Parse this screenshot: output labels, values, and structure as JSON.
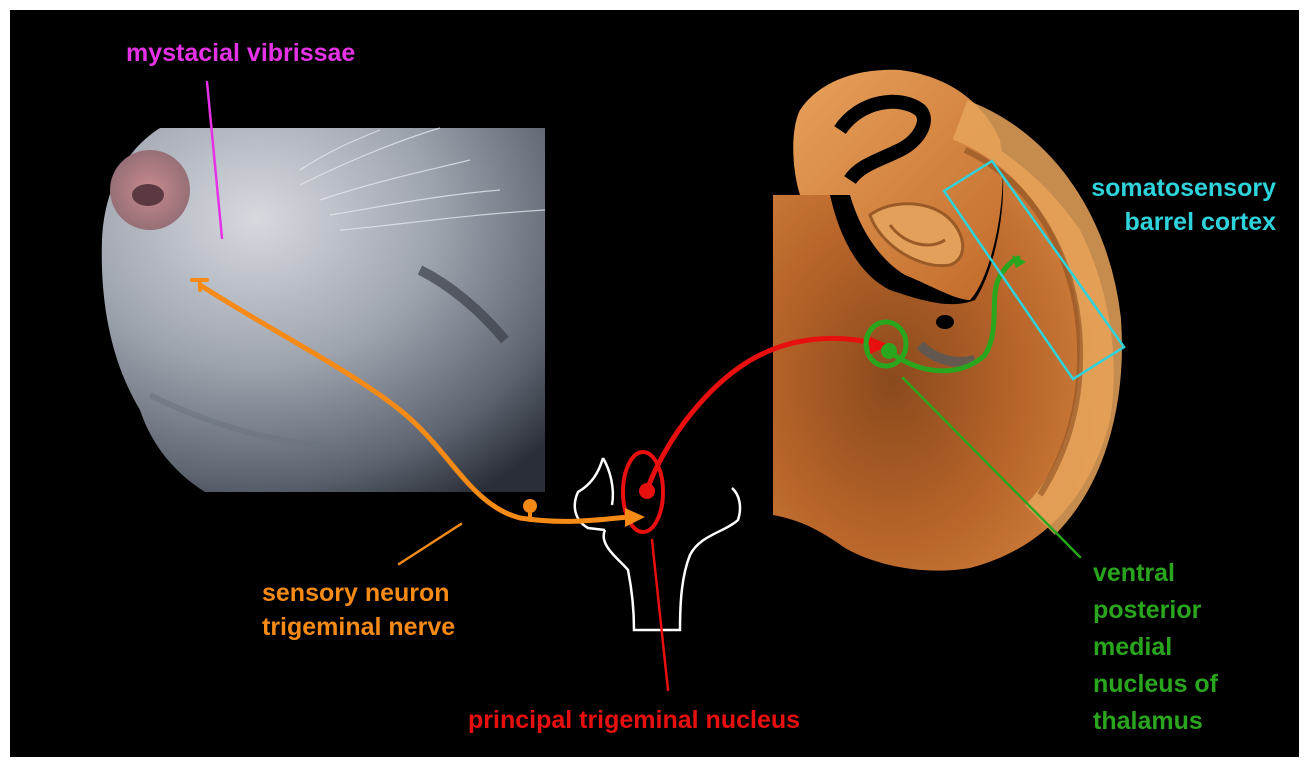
{
  "labels": {
    "vibrissae": "mystacial vibrissae",
    "sensory_line1": "sensory neuron",
    "sensory_line2": "trigeminal nerve",
    "principal": "principal trigeminal nucleus",
    "barrel_line1": "somatosensory",
    "barrel_line2": "barrel cortex",
    "vpm_line1": "ventral",
    "vpm_line2": "posterior",
    "vpm_line3": "medial",
    "vpm_line4": "nucleus of",
    "vpm_line5": "thalamus"
  },
  "colors": {
    "background": "#000000",
    "vibrissae": "#e632e6",
    "sensory": "#f58a17",
    "principal": "#e80f0f",
    "barrel": "#2ed3dc",
    "vpm": "#2aa61e",
    "brainstem_outline": "#ffffff",
    "mouse_fur": "#9aa3b0",
    "brain_tissue": "#c8732e"
  }
}
